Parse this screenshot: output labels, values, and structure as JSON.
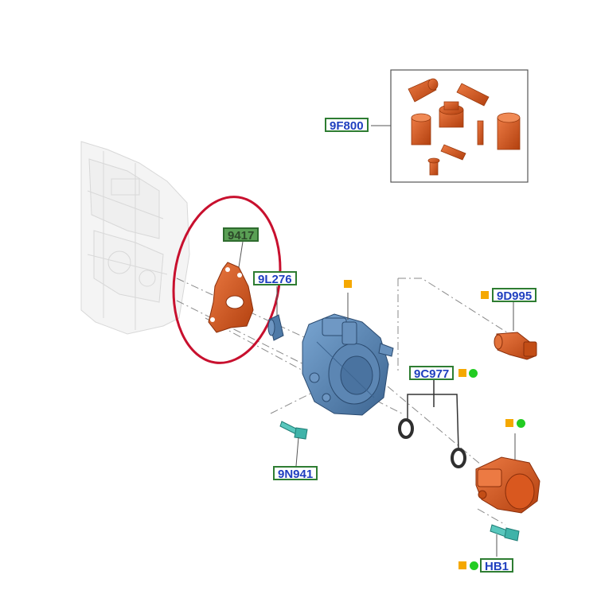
{
  "callouts": {
    "kit": "9F800",
    "gasket": "9417",
    "seal": "9L276",
    "sensor": "9D995",
    "orings": "9C977",
    "bolt": "9N941",
    "bottom_bolt": "HB1"
  },
  "colors": {
    "callout_text": "#1f3fbf",
    "callout_border": "#2e7d32",
    "highlight_fill": "#5aa055",
    "part_orange": "#d2541c",
    "pump_blue": "#5b8ab8",
    "bolt_teal": "#3fb3a9",
    "marker_orange": "#f5a800",
    "marker_green": "#22cc22",
    "circle_red": "#c8102e",
    "engine_gray": "#c8c8c8"
  },
  "markers": {
    "pump": [
      "orange-square"
    ],
    "sensor": [
      "orange-square"
    ],
    "orings": [
      "orange-square",
      "green-dot"
    ],
    "actuator": [
      "orange-square",
      "green-dot"
    ],
    "bottom_bolt": [
      "orange-square",
      "green-dot"
    ]
  }
}
